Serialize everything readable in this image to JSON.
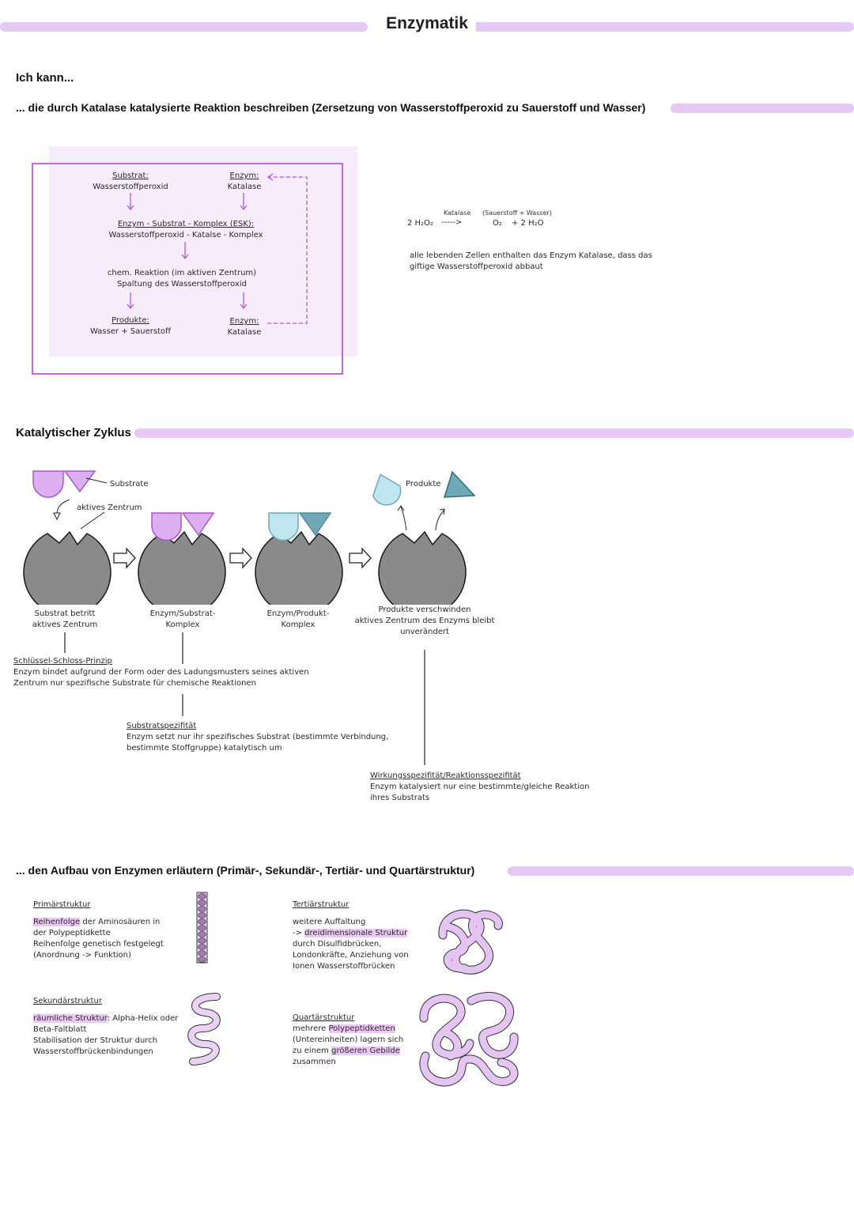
{
  "title": "Enzymatik",
  "intro": "Ich kann...",
  "section1": {
    "heading": "... die durch Katalase katalysierte Reaktion beschreiben (Zersetzung von Wasserstoffperoxid zu Sauerstoff und Wasser)",
    "flow": {
      "substrat_label": "Substrat:",
      "substrat_value": "Wasserstoffperoxid",
      "enzym_label": "Enzym:",
      "enzym_value": "Katalase",
      "esk_label": "Enzym - Substrat - Komplex (ESK):",
      "esk_value": "Wasserstoffperoxid - Katalse - Komplex",
      "reaction_line1": "chem. Reaktion (im aktiven Zentrum)",
      "reaction_line2": "Spaltung des Wasserstoffperoxid",
      "produkte_label": "Produkte:",
      "produkte_value": "Wasser + Sauerstoff",
      "enzym2_label": "Enzym:",
      "enzym2_value": "Katalase"
    },
    "equation": {
      "catalyst": "Katalase",
      "products_note": "(Sauerstoff + Wasser)",
      "left": "2 H₂O₂",
      "arrow": "----->",
      "right1": "O₂",
      "right2": "+ 2 H₂O"
    },
    "note_line1": "alle lebenden Zellen enthalten das Enzym Katalase, dass das",
    "note_line2": "giftige Wasserstoffperoxid abbaut"
  },
  "section2": {
    "heading": "Katalytischer Zyklus",
    "label_substrate": "Substrate",
    "label_zentrum": "aktives Zentrum",
    "label_produkte": "Produkte",
    "stages": [
      {
        "line1": "Substrat betritt",
        "line2": "aktives Zentrum"
      },
      {
        "line1": "Enzym/Substrat-",
        "line2": "Komplex"
      },
      {
        "line1": "Enzym/Produkt-",
        "line2": "Komplex"
      },
      {
        "line1": "Produkte verschwinden",
        "line2": "aktives Zentrum des Enzyms bleibt",
        "line3": "unverändert"
      }
    ],
    "schluessel": {
      "title": "Schlüssel-Schloss-Prinzip",
      "line1": "Enzym bindet aufgrund der Form oder des Ladungsmusters seines aktiven",
      "line2": "Zentrum nur spezifische Substrate für chemische Reaktionen"
    },
    "substratspez": {
      "title": "Substratspezifität",
      "line1": "Enzym setzt nur ihr spezifisches Substrat (bestimmte Verbindung,",
      "line2": "bestimmte Stoffgruppe) katalytisch um"
    },
    "wirkungsspez": {
      "title": "Wirkungsspezifität/Reaktionsspezifität",
      "line1": "Enzym katalysiert nur eine bestimmte/gleiche Reaktion",
      "line2": "ihres Substrats"
    },
    "colors": {
      "substrate": "#dcb0f0",
      "substrate_stroke": "#a559c9",
      "product1": "#bfe6ef",
      "product2": "#6fa9b8",
      "enzyme": "#8a8a8a"
    }
  },
  "section3": {
    "heading": "... den Aufbau von Enzymen erläutern (Primär-, Sekundär-, Tertiär- und Quartärstruktur)",
    "primaer": {
      "title": "Primärstruktur",
      "hl": "Reihenfolge",
      "line1_rest": " der Aminosäuren in",
      "line2": "der Polypeptidkette",
      "line3": "Reihenfolge genetisch festgelegt",
      "line4": "(Anordnung -> Funktion)"
    },
    "sekundaer": {
      "title": "Sekundärstruktur",
      "hl": "räumliche Struktur",
      "line1_rest": ": Alpha-Helix oder",
      "line2": "Beta-Faltblatt",
      "line3": "Stabilisation der Struktur durch",
      "line4": "Wasserstoffbrückenbindungen"
    },
    "tertiaer": {
      "title": "Tertiärstruktur",
      "line1": "weitere Auffaltung",
      "line2_pre": "-> ",
      "line2_hl": "dreidimensionale Struktur",
      "line3": "durch Disulfidbrücken,",
      "line4": "Londonkräfte, Anziehung von",
      "line5": "Ionen Wasserstoffbrücken"
    },
    "quartaer": {
      "title": "Quartärstruktur",
      "line1_pre": "mehrere ",
      "line1_hl": "Polypeptidketten",
      "line2": "(Untereinheiten) lagern sich",
      "line3_pre": "zu einem ",
      "line3_hl": "größeren Gebilde",
      "line4": "zusammen"
    }
  }
}
